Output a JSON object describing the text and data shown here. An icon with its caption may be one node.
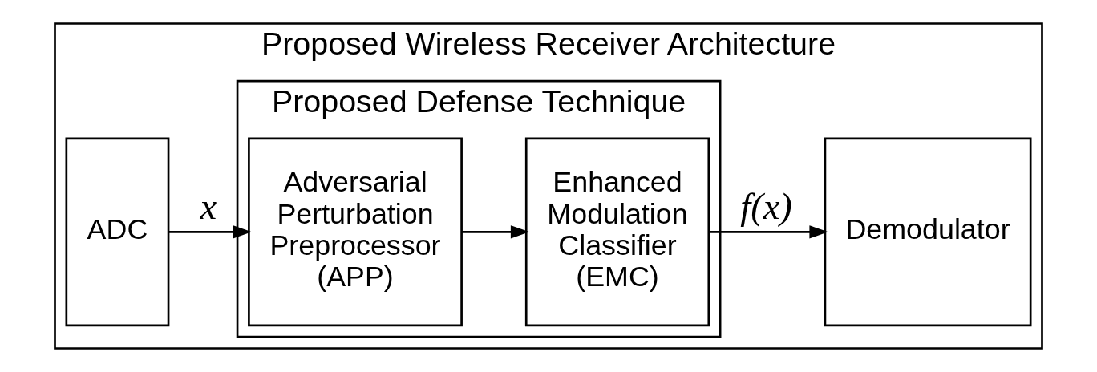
{
  "diagram": {
    "nodes": [
      {
        "text": [
          "Proposed Wireless Receiver Architecture"
        ]
      },
      {
        "text": [
          "ADC"
        ],
        "in": 0
      },
      {
        "text": [
          "Proposed Defense Technique"
        ],
        "in": 0
      },
      {
        "text": [
          "Adversarial Perturbation Preprocessor (APP)"
        ],
        "in": 2
      },
      {
        "text": [
          "Enhanced Modulation Classifier (EMC)"
        ],
        "in": 2
      },
      {
        "text": [
          "Demodulator"
        ],
        "in": 0
      }
    ],
    "edges": [
      {
        "from": 1,
        "to": 3,
        "arrow": "to",
        "label": "x"
      },
      {
        "from": 3,
        "to": 4,
        "arrow": "to"
      },
      {
        "from": 4,
        "to": 5,
        "arrow": "to",
        "label": "f(x)"
      }
    ]
  }
}
